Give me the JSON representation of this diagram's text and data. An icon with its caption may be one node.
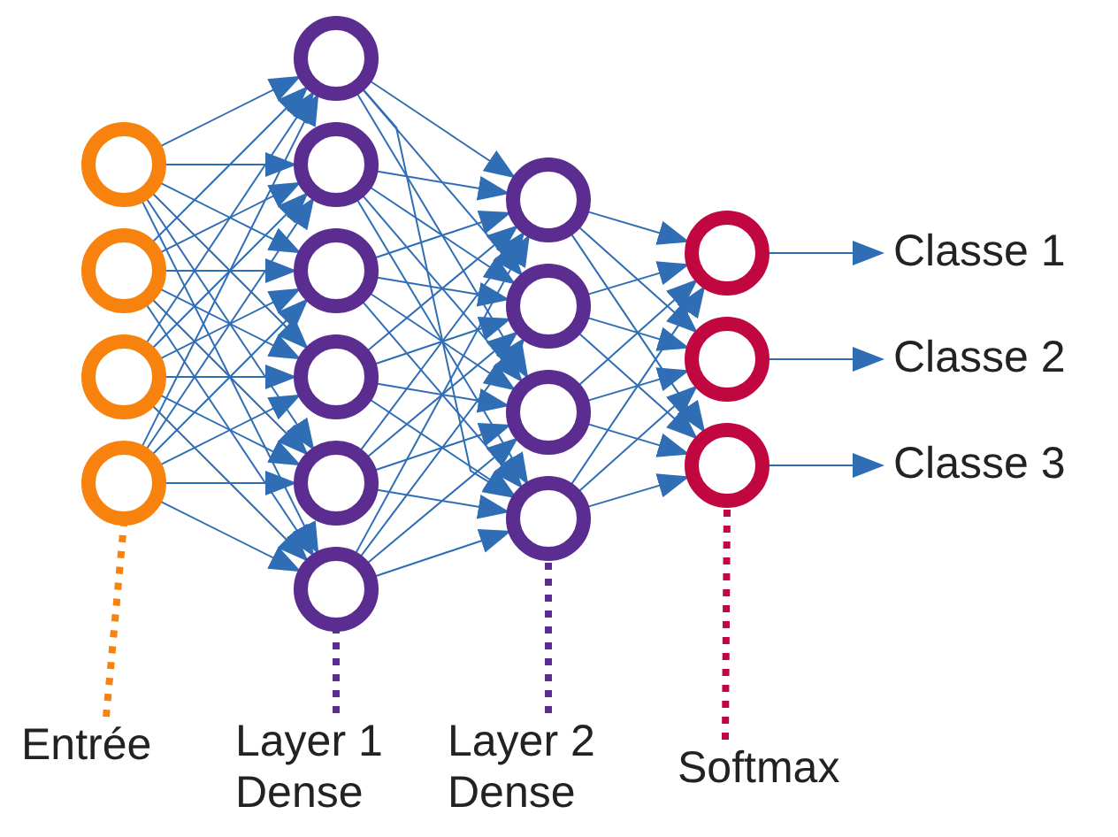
{
  "diagram": {
    "nodes": [
      {
        "text": [],
        "shape": "circle"
      },
      {
        "text": [],
        "shape": "circle"
      },
      {
        "text": [],
        "shape": "circle"
      },
      {
        "text": [],
        "shape": "circle"
      },
      {
        "text": [],
        "shape": "circle"
      },
      {
        "text": [],
        "shape": "circle"
      },
      {
        "text": [],
        "shape": "circle"
      },
      {
        "text": [],
        "shape": "circle"
      },
      {
        "text": [],
        "shape": "circle"
      },
      {
        "text": [],
        "shape": "circle"
      },
      {
        "text": [],
        "shape": "circle"
      },
      {
        "text": [],
        "shape": "circle"
      },
      {
        "text": [],
        "shape": "circle"
      },
      {
        "text": [],
        "shape": "circle"
      },
      {
        "text": [],
        "shape": "circle"
      },
      {
        "text": [],
        "shape": "circle"
      },
      {
        "text": [],
        "shape": "circle"
      },
      {
        "text": [
          "Classe 1"
        ]
      },
      {
        "text": [
          "Classe 2"
        ]
      },
      {
        "text": [
          "Classe 3"
        ]
      },
      {
        "text": [
          "Entrée"
        ]
      },
      {
        "text": [
          "Layer 1 Dense"
        ]
      },
      {
        "text": [
          "Layer 2 Dense"
        ]
      },
      {
        "text": [
          "Softmax"
        ]
      }
    ],
    "edges": [
      {
        "from": 0,
        "to": 4,
        "arrow": "to"
      },
      {
        "from": 0,
        "to": 5,
        "arrow": "to"
      },
      {
        "from": 0,
        "to": 6,
        "arrow": "to"
      },
      {
        "from": 0,
        "to": 7,
        "arrow": "to"
      },
      {
        "from": 0,
        "to": 8,
        "arrow": "to"
      },
      {
        "from": 0,
        "to": 9,
        "arrow": "to"
      },
      {
        "from": 1,
        "to": 4,
        "arrow": "to"
      },
      {
        "from": 1,
        "to": 5,
        "arrow": "to"
      },
      {
        "from": 1,
        "to": 6,
        "arrow": "to"
      },
      {
        "from": 1,
        "to": 7,
        "arrow": "to"
      },
      {
        "from": 1,
        "to": 8,
        "arrow": "to"
      },
      {
        "from": 1,
        "to": 9,
        "arrow": "to"
      },
      {
        "from": 2,
        "to": 4,
        "arrow": "to"
      },
      {
        "from": 2,
        "to": 5,
        "arrow": "to"
      },
      {
        "from": 2,
        "to": 6,
        "arrow": "to"
      },
      {
        "from": 2,
        "to": 7,
        "arrow": "to"
      },
      {
        "from": 2,
        "to": 8,
        "arrow": "to"
      },
      {
        "from": 2,
        "to": 9,
        "arrow": "to"
      },
      {
        "from": 3,
        "to": 4,
        "arrow": "to"
      },
      {
        "from": 3,
        "to": 5,
        "arrow": "to"
      },
      {
        "from": 3,
        "to": 6,
        "arrow": "to"
      },
      {
        "from": 3,
        "to": 7,
        "arrow": "to"
      },
      {
        "from": 3,
        "to": 8,
        "arrow": "to"
      },
      {
        "from": 3,
        "to": 9,
        "arrow": "to"
      },
      {
        "from": 4,
        "to": 10,
        "arrow": "to"
      },
      {
        "from": 4,
        "to": 11,
        "arrow": "to"
      },
      {
        "from": 4,
        "to": 12,
        "arrow": "to"
      },
      {
        "from": 4,
        "to": 13,
        "arrow": "to"
      },
      {
        "from": 5,
        "to": 10,
        "arrow": "to"
      },
      {
        "from": 5,
        "to": 11,
        "arrow": "to"
      },
      {
        "from": 5,
        "to": 12,
        "arrow": "to"
      },
      {
        "from": 5,
        "to": 13,
        "arrow": "to"
      },
      {
        "from": 6,
        "to": 10,
        "arrow": "to"
      },
      {
        "from": 6,
        "to": 11,
        "arrow": "to"
      },
      {
        "from": 6,
        "to": 12,
        "arrow": "to"
      },
      {
        "from": 6,
        "to": 13,
        "arrow": "to"
      },
      {
        "from": 7,
        "to": 10,
        "arrow": "to"
      },
      {
        "from": 7,
        "to": 11,
        "arrow": "to"
      },
      {
        "from": 7,
        "to": 12,
        "arrow": "to"
      },
      {
        "from": 7,
        "to": 13,
        "arrow": "to"
      },
      {
        "from": 8,
        "to": 10,
        "arrow": "to"
      },
      {
        "from": 8,
        "to": 11,
        "arrow": "to"
      },
      {
        "from": 8,
        "to": 12,
        "arrow": "to"
      },
      {
        "from": 8,
        "to": 13,
        "arrow": "to"
      },
      {
        "from": 9,
        "to": 10,
        "arrow": "to"
      },
      {
        "from": 9,
        "to": 11,
        "arrow": "to"
      },
      {
        "from": 9,
        "to": 12,
        "arrow": "to"
      },
      {
        "from": 9,
        "to": 13,
        "arrow": "to"
      },
      {
        "from": 10,
        "to": 14,
        "arrow": "to"
      },
      {
        "from": 10,
        "to": 15,
        "arrow": "to"
      },
      {
        "from": 10,
        "to": 16,
        "arrow": "to"
      },
      {
        "from": 11,
        "to": 14,
        "arrow": "to"
      },
      {
        "from": 11,
        "to": 15,
        "arrow": "to"
      },
      {
        "from": 11,
        "to": 16,
        "arrow": "to"
      },
      {
        "from": 12,
        "to": 14,
        "arrow": "to"
      },
      {
        "from": 12,
        "to": 15,
        "arrow": "to"
      },
      {
        "from": 12,
        "to": 16,
        "arrow": "to"
      },
      {
        "from": 13,
        "to": 14,
        "arrow": "to"
      },
      {
        "from": 13,
        "to": 15,
        "arrow": "to"
      },
      {
        "from": 13,
        "to": 16,
        "arrow": "to"
      },
      {
        "from": 14,
        "to": 17,
        "arrow": "to"
      },
      {
        "from": 15,
        "to": 18,
        "arrow": "to"
      },
      {
        "from": 16,
        "to": 19,
        "arrow": "to"
      },
      {
        "from": 20,
        "to": 3,
        "arrow": "none",
        "style": "dashed",
        "color": "#f7820e"
      },
      {
        "from": 21,
        "to": 9,
        "arrow": "none",
        "style": "dashed",
        "color": "#5c2d91"
      },
      {
        "from": 22,
        "to": 13,
        "arrow": "none",
        "style": "dashed",
        "color": "#5c2d91"
      },
      {
        "from": 23,
        "to": 16,
        "arrow": "none",
        "style": "dashed",
        "color": "#c0073f"
      }
    ]
  }
}
